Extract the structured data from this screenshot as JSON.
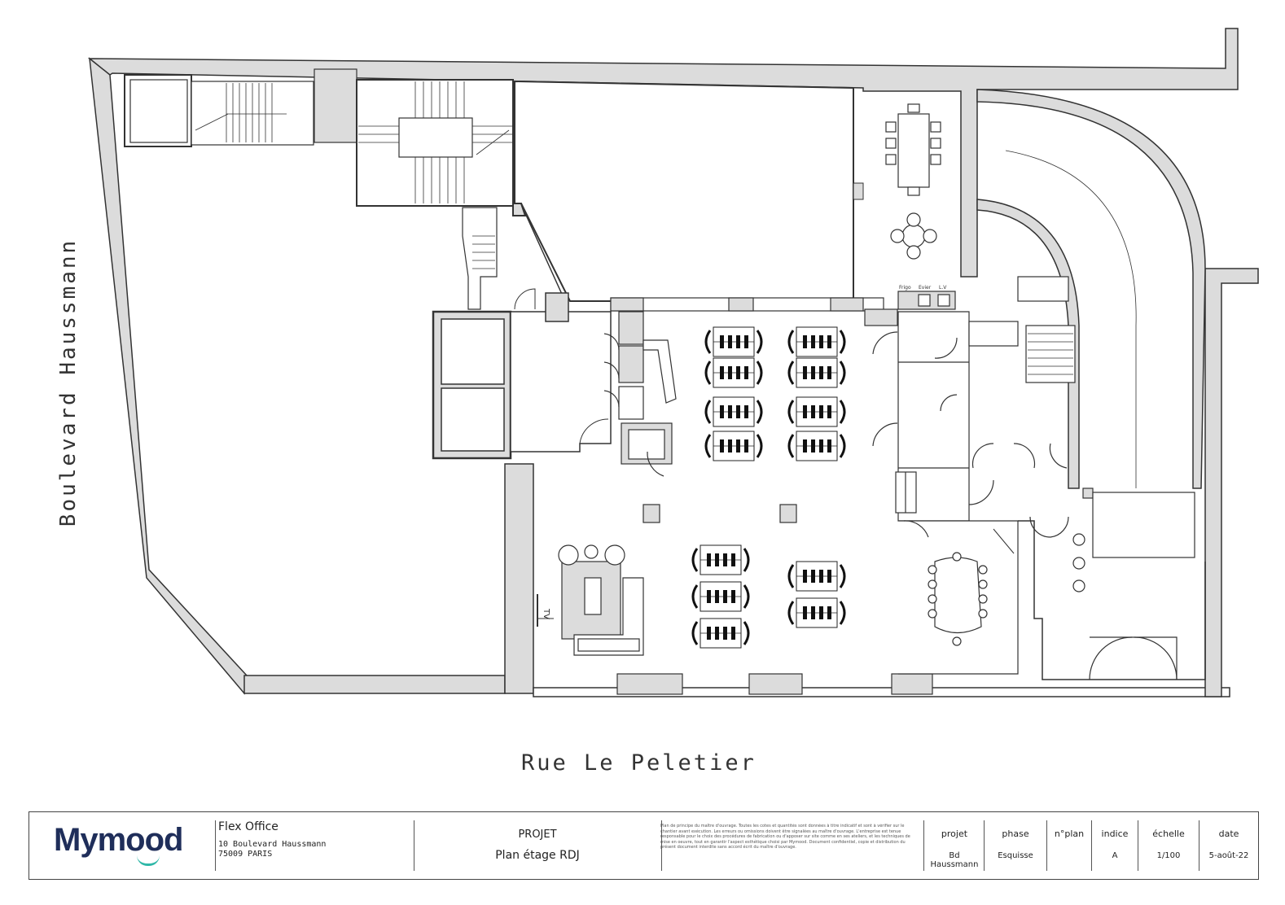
{
  "streets": {
    "left": "Boulevard Haussmann",
    "bottom": "Rue Le Peletier"
  },
  "plan_labels": {
    "tv": "TV",
    "kitchen_labels": [
      "Frigo",
      "Evier",
      "L.V"
    ]
  },
  "title_block": {
    "brand": "Mymood",
    "company": "Flex Office",
    "address_line1": "10 Boulevard Haussmann",
    "address_line2": "75009 PARIS",
    "project_heading": "PROJET",
    "project_name": "Plan étage RDJ",
    "notes": "Plan de principe du maître d'ouvrage. Toutes les cotes et quantités sont données à titre indicatif et sont à vérifier sur le chantier avant exécution. Les erreurs ou omissions doivent être signalées au maître d'ouvrage. L'entreprise est tenue responsable pour le choix des procédures de fabrication ou d'apposer sur site comme en ses ateliers, et les techniques de mise en oeuvre, tout en garantir l'aspect esthétique choisi par Mymood. Document confidentiel, copie et distribution du présent document interdite sans accord écrit du maître d'ouvrage.",
    "columns": [
      {
        "header": "projet",
        "value": "Bd Haussmann"
      },
      {
        "header": "phase",
        "value": "Esquisse"
      },
      {
        "header": "n°plan",
        "value": ""
      },
      {
        "header": "indice",
        "value": "A"
      },
      {
        "header": "échelle",
        "value": "1/100"
      },
      {
        "header": "date",
        "value": "5-août-22"
      }
    ]
  }
}
